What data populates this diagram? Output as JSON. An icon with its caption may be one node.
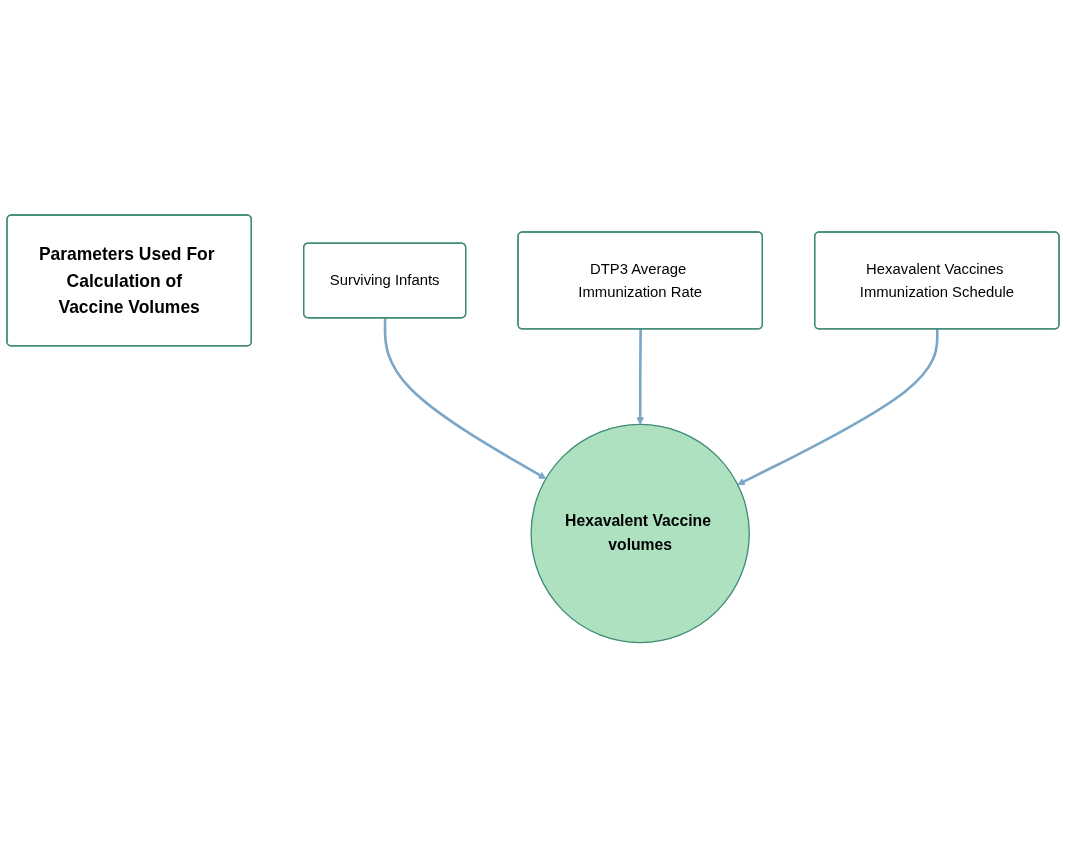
{
  "diagram": {
    "nodes": [
      {
        "text": [
          "Parameters Used For Calculation of  Vaccine Volumes"
        ]
      },
      {
        "text": [
          "DTP3 Average Immunization Rate"
        ]
      },
      {
        "text": [
          "Surviving Infants"
        ]
      },
      {
        "text": [
          "Hexavalent Vaccines Immunization Schedule"
        ]
      },
      {
        "text": [
          "Hexavalent Vaccine volumes"
        ]
      }
    ],
    "edges": [
      {
        "from": 2,
        "to": 4,
        "arrow": "to"
      },
      {
        "from": 1,
        "to": 4,
        "arrow": "to"
      },
      {
        "from": 3,
        "to": 4,
        "arrow": "to"
      }
    ]
  }
}
